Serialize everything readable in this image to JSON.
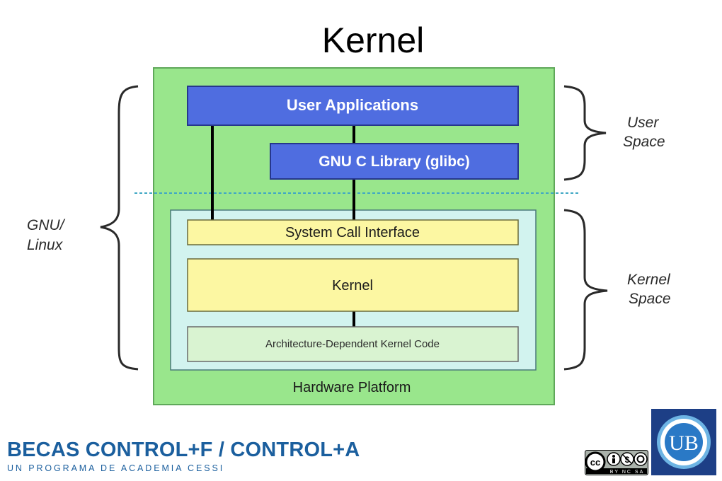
{
  "title": "Kernel",
  "diagram": {
    "hardware_label": "Hardware Platform",
    "layers": {
      "user_applications": "User Applications",
      "glibc": "GNU C Library (glibc)",
      "system_call_interface": "System Call Interface",
      "kernel": "Kernel",
      "arch_code": "Architecture-Dependent Kernel Code"
    },
    "brackets": {
      "gnu_linux": [
        "GNU/",
        "Linux"
      ],
      "user_space": [
        "User",
        "Space"
      ],
      "kernel_space": [
        "Kernel",
        "Space"
      ]
    }
  },
  "footer": {
    "program_title": "BECAS CONTROL+F / CONTROL+A",
    "program_subtitle": "UN PROGRAMA DE ACADEMIA CESSI",
    "license_badge_text": "BY NC SA",
    "logo_text": "UB"
  },
  "colors": {
    "hardware_fill": "#99e68c",
    "kernel_space_fill": "#d2f3ef",
    "user_layer_fill": "#4f6de0",
    "kernel_layer_fill": "#fcf7a2",
    "arch_fill": "#d9f3d1",
    "footer_blue": "#1b5f9e"
  }
}
